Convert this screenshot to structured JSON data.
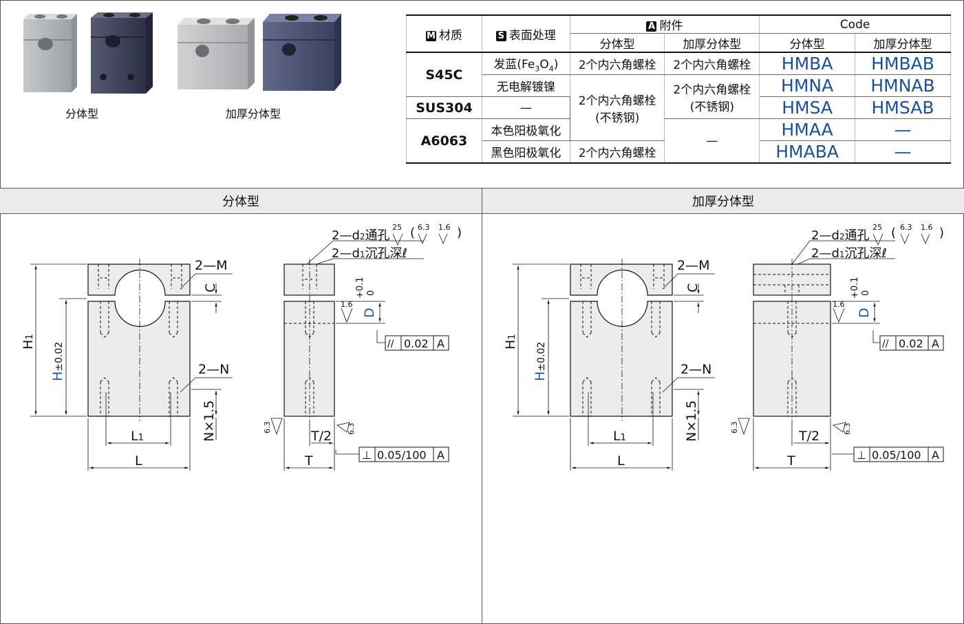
{
  "photos": {
    "split_label": "分体型",
    "thick_label": "加厚分体型"
  },
  "table": {
    "header": {
      "material": "材质",
      "surface": "表面处理",
      "accessory": "附件",
      "code": "Code",
      "tag_m": "M",
      "tag_s": "S",
      "tag_a": "A",
      "split": "分体型",
      "thick_split": "加厚分体型",
      "code_split": "分体型",
      "code_thick_split": "加厚分体型"
    },
    "rows": {
      "s45c": "S45C",
      "sus304": "SUS304",
      "a6063": "A6063",
      "blue_prefix": "发蓝(Fe",
      "blue_sub1": "3",
      "blue_mid": "O",
      "blue_sub2": "4",
      "blue_suffix": ")",
      "nickel": "无电解镀镍",
      "dash": "—",
      "natural_anodize": "本色阳极氧化",
      "black_anodize": "黑色阳极氧化",
      "bolt2": "2个内六角螺栓",
      "bolt2_stainless_line1": "2个内六角螺栓",
      "bolt2_stainless_line2": "(不锈钢)",
      "hmba": "HMBA",
      "hmbab": "HMBAB",
      "hmna": "HMNA",
      "hmnab": "HMNAB",
      "hmsa": "HMSA",
      "hmsab": "HMSAB",
      "hmaa": "HMAA",
      "hmaba": "HMABA",
      "code_dash": "—"
    }
  },
  "sections": {
    "split": "分体型",
    "thick_split": "加厚分体型"
  },
  "dims": {
    "two_m": "2—M",
    "two_n": "2—N",
    "c": "C",
    "h1": "H",
    "h1_sub": "1",
    "h": "H",
    "h_tol": "±0.02",
    "l1": "L",
    "l1_sub": "1",
    "l": "L",
    "t": "T",
    "t_half": "T/2",
    "n_x": "N×1.5",
    "d": "D",
    "d_tol_up": "+0.1",
    "d_tol_low": "0",
    "d2_hole_prefix": "2—d",
    "d2_sub": "2",
    "d2_hole_suffix": "通孔",
    "d1_hole_prefix": "2—d",
    "d1_sub": "1",
    "d1_hole_suffix": "沉孔深ℓ",
    "rough_25": "25",
    "rough_63": "6.3",
    "rough_16": "1.6",
    "paren_open": "(",
    "paren_close": ")",
    "parallel_sym": "//",
    "parallel_val": "0.02",
    "datum": "A",
    "perp_sym": "⊥",
    "perp_val": "0.05/100"
  }
}
